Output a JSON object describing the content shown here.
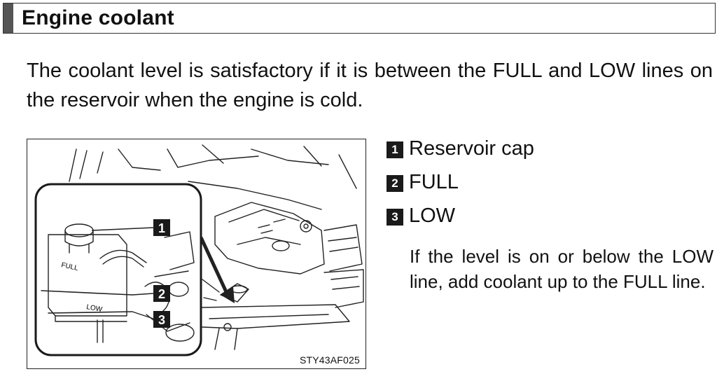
{
  "section": {
    "title": "Engine coolant"
  },
  "intro": "The coolant level is satisfactory if it is between the FULL and LOW lines on the reservoir when the engine is cold.",
  "figure": {
    "code": "STY43AF025",
    "tank_full_mark": "FULL",
    "tank_low_mark": "LOW",
    "callouts": [
      "1",
      "2",
      "3"
    ]
  },
  "legend": [
    {
      "number": "1",
      "label": "Reservoir cap"
    },
    {
      "number": "2",
      "label": "FULL"
    },
    {
      "number": "3",
      "label": "LOW"
    }
  ],
  "note": {
    "part1": "If the level is on or below the ",
    "low": "LOW",
    "part2": " line, add coolant up to the ",
    "full": "FULL",
    "part3": " line."
  }
}
